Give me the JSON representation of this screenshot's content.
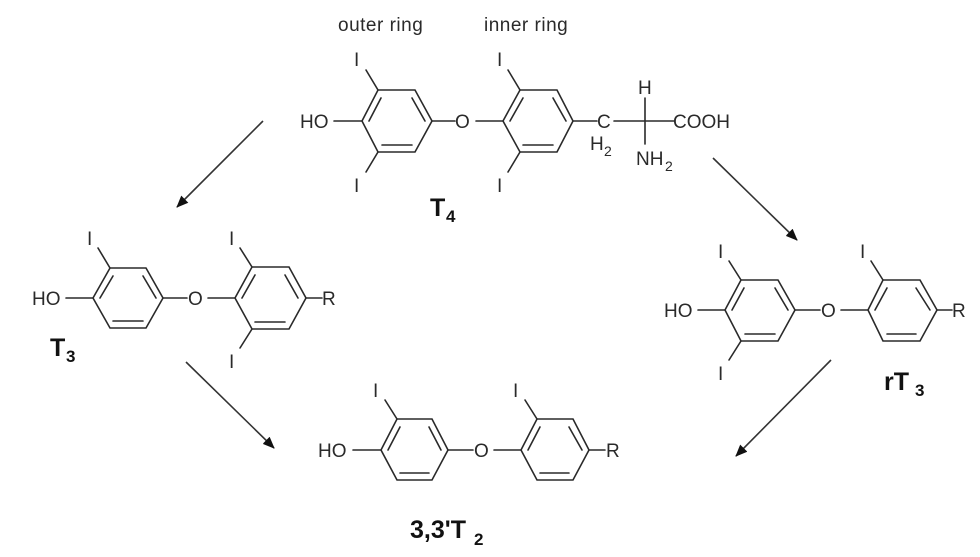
{
  "diagram": {
    "type": "thyroid hormone deiodination pathway",
    "captions": {
      "outer_ring": "outer ring",
      "inner_ring": "inner ring"
    },
    "atoms": {
      "iodine": "I",
      "hydroxyl": "HO",
      "oxygen": "O",
      "residue": "R",
      "carbon": "C",
      "methylene_h": "H",
      "methylene_sub": "2",
      "alpha_h": "H",
      "amine": "NH",
      "amine_sub": "2",
      "carboxyl": "COOH"
    },
    "compounds": [
      {
        "id": "T4",
        "label_main": "T",
        "label_sub": "4",
        "iodines": 4
      },
      {
        "id": "T3",
        "label_main": "T",
        "label_sub": "3",
        "iodines": 3
      },
      {
        "id": "rT3",
        "label_main": "rT",
        "label_sub": "3",
        "iodines": 3
      },
      {
        "id": "T2",
        "label_main": "3,3'T",
        "label_sub": "2",
        "iodines": 2
      }
    ],
    "arrows": [
      {
        "from": "T4",
        "to": "T3"
      },
      {
        "from": "T4",
        "to": "rT3"
      },
      {
        "from": "T3",
        "to": "T2"
      },
      {
        "from": "rT3",
        "to": "T2"
      }
    ],
    "colors": {
      "ink": "#2a2a2a",
      "background": "#ffffff"
    }
  }
}
